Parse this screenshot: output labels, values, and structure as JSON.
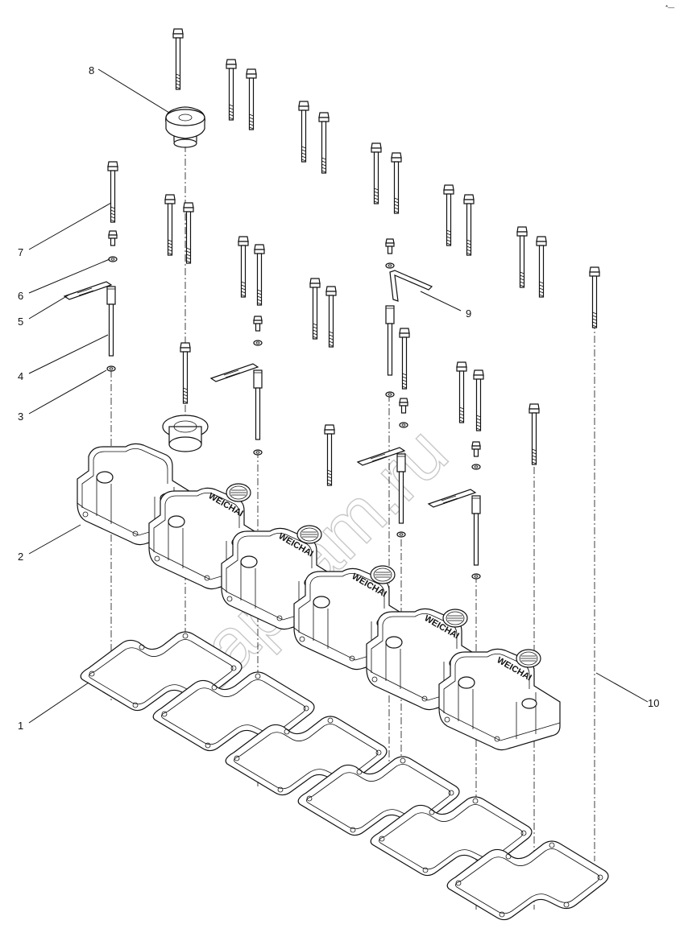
{
  "watermark": "Zapkam.ru",
  "corner_mark": "*—",
  "brand_logo_text": "WEICHAI",
  "callouts": [
    {
      "id": "callout-1",
      "label": "1"
    },
    {
      "id": "callout-2",
      "label": "2"
    },
    {
      "id": "callout-3",
      "label": "3"
    },
    {
      "id": "callout-4",
      "label": "4"
    },
    {
      "id": "callout-5",
      "label": "5"
    },
    {
      "id": "callout-6",
      "label": "6"
    },
    {
      "id": "callout-7",
      "label": "7"
    },
    {
      "id": "callout-8",
      "label": "8"
    },
    {
      "id": "callout-9",
      "label": "9"
    },
    {
      "id": "callout-10",
      "label": "10"
    }
  ],
  "counts": {
    "valve_covers": 6,
    "gaskets": 6
  }
}
